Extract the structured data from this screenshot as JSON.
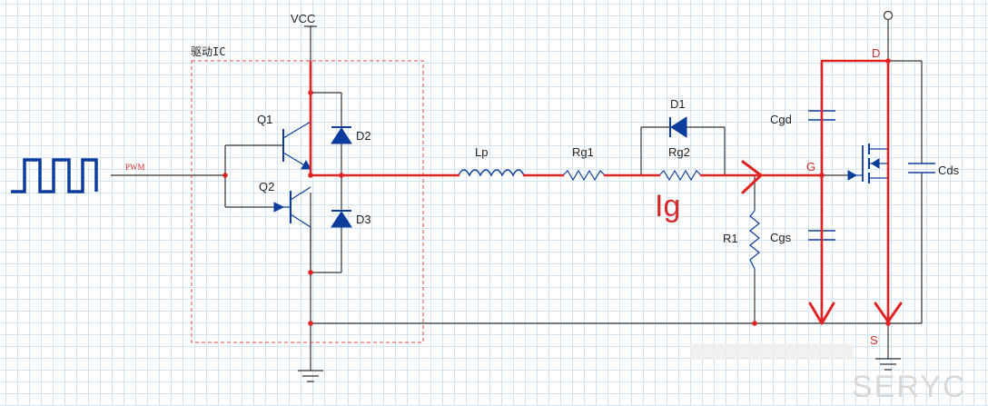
{
  "labels": {
    "vcc": "VCC",
    "driver_ic": "驱动IC",
    "pwm": "PWM",
    "q1": "Q1",
    "q2": "Q2",
    "d2": "D2",
    "d3": "D3",
    "lp": "Lp",
    "rg1": "Rg1",
    "d1": "D1",
    "rg2": "Rg2",
    "ig": "Ig",
    "r1": "R1",
    "cgd": "Cgd",
    "cgs": "Cgs",
    "cds": "Cds",
    "node_g": "G",
    "node_d": "D",
    "node_s": "S",
    "watermark": "SERYC"
  },
  "colors": {
    "wire": "#333333",
    "current_path": "#e02424",
    "component": "#0c3c9c",
    "grid": "#cfe3f2"
  }
}
